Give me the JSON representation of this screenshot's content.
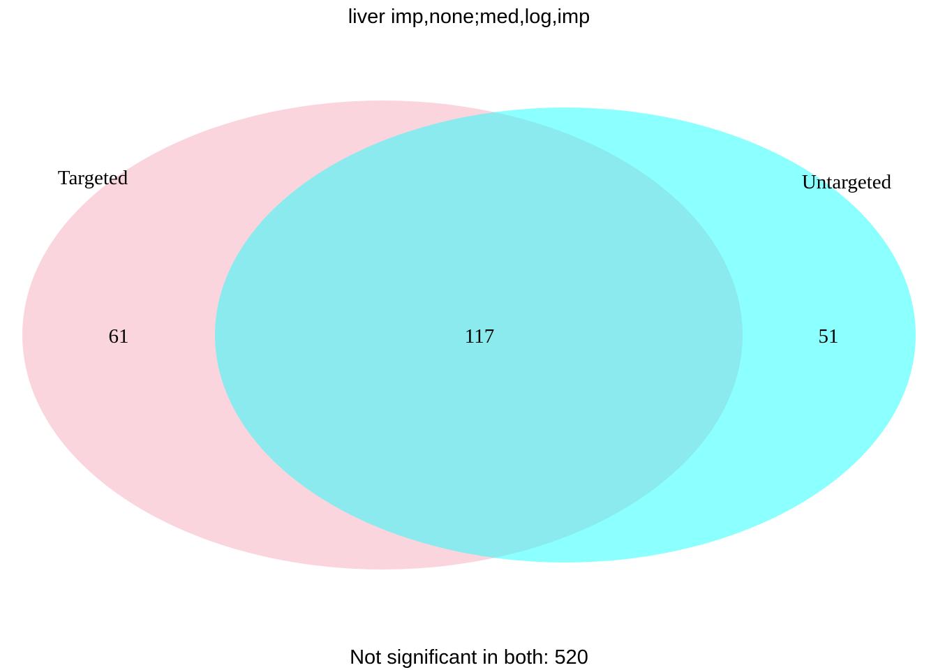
{
  "title": "liver imp,none;med,log,imp",
  "footer": "Not significant in both: 520",
  "sets": [
    {
      "name": "Targeted",
      "color": "#f8b3c1"
    },
    {
      "name": "Untargeted",
      "color": "#19ffff"
    }
  ],
  "counts": {
    "targeted_only": "61",
    "both": "117",
    "untargeted_only": "51"
  },
  "colors": {
    "targeted": "#f8b3c1",
    "untargeted": "#19ffff",
    "background": "#ffffff"
  }
}
